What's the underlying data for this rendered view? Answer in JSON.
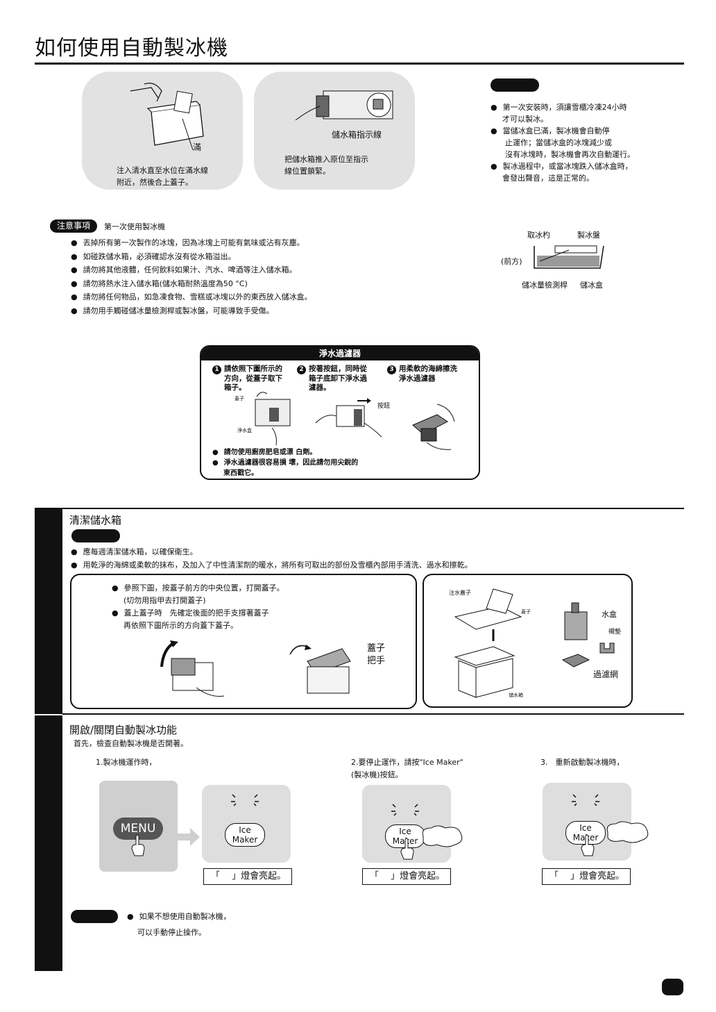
{
  "title": "如何使用自動製冰機",
  "panel1": {
    "full_label": "滿",
    "caption_l1": "注入清水直至水位在滿水線",
    "caption_l2": "附近，然後合上蓋子。"
  },
  "panel2": {
    "indicator_label": "儲水箱指示線",
    "caption_l1": "把儲水箱推入原位至指示",
    "caption_l2": "線位置鎖緊。"
  },
  "notes_right": [
    {
      "l1": "第一次安裝時，須讓雪櫃冷凍24小時",
      "l2": "才可以製冰。"
    },
    {
      "l1": "當儲冰盒已滿，製冰機會自動停",
      "l2": "止運作；當儲冰盒的冰塊減少或",
      "l3": "沒有冰塊時，製冰機會再次自動運行。"
    },
    {
      "l1": "製冰過程中，或當冰塊跌入儲冰盒時，",
      "l2": "會發出聲音，這是正常的。"
    }
  ],
  "caution": {
    "badge": "注意事項",
    "heading": "第一次使用製冰機",
    "items": [
      "丟掉所有第一次製作的冰塊，因為冰塊上可能有氣味或沾有灰塵。",
      "如碰跌儲水箱，必須確認水沒有從水箱溢出。",
      "請勿將其他液體，任何飲料如果汁、汽水、啤酒等注入儲水箱。",
      "請勿將熱水注入儲水箱(儲水箱耐熱溫度為50 °C)",
      "請勿將任何物品，如急凍食物、雪糕或冰塊以外的東西放入儲冰盒。",
      "請勿用手觸碰儲冰量檢測桿或製冰盤，可能導致手受傷。"
    ]
  },
  "ice_diagram": {
    "scoop": "取冰杓",
    "tray": "製冰盤",
    "front": "(前方)",
    "lever": "儲冰量檢測桿",
    "box": "儲冰盒"
  },
  "filter": {
    "title": "淨水過濾器",
    "steps": [
      {
        "num": "1",
        "l1": "請依照下圖所示的",
        "l2": "方向，從蓋子取下",
        "l3": "箱子。"
      },
      {
        "num": "2",
        "l1": "按著按鈕，同時從",
        "l2": "箱子底卸下淨水過",
        "l3": "濾器。"
      },
      {
        "num": "3",
        "l1": "用柔軟的海綿擦洗",
        "l2": "淨水過濾器",
        "l3": ""
      }
    ],
    "lid_label": "蓋子",
    "box_label": "淨水盒",
    "button_label": "按鈕",
    "notes": [
      "請勿使用廚房肥皂或漂 白劑。",
      "淨水過濾器很容易損 壞，因此請勿用尖銳的",
      "東西戳它。"
    ]
  },
  "clean": {
    "heading": "清潔儲水箱",
    "items": [
      "應每週清潔儲水箱，以確保衛生。",
      "用乾淨的海綿或柔軟的抹布，及加入了中性清潔劑的暖水，將所有可取出的部份及雪櫃內部用手清洗、過水和擦乾。"
    ],
    "box_left": {
      "l1": "參照下圖，按蓋子前方的中央位置，打開蓋子。",
      "l2": "(切勿用指甲去打開蓋子)",
      "l3": "蓋上蓋子時　先確定後面的把手支撐著蓋子",
      "l4": "再依照下圖所示的方向蓋下蓋子。",
      "lid": "蓋子",
      "handle": "把手"
    },
    "box_right": {
      "inlet_lid": "注水蓋子",
      "lid": "蓋子",
      "tank": "儲水箱",
      "water_box": "水盒",
      "gasket": "襯墊",
      "filter_net": "過濾網"
    }
  },
  "onoff": {
    "heading": "開啟/關閉自動製冰功能",
    "intro": "首先，檢查自動製冰機是否開著。",
    "step1": "1.製冰機運作時，",
    "step2_l1": "2.要停止運作，請按\"Ice Maker\"",
    "step2_l2": "(製冰機)按鈕。",
    "step3": "3.　重新啟動製冰機時，",
    "menu_label": "MENU",
    "ice_maker_l1": "Ice",
    "ice_maker_l2": "Maker",
    "lamp_text": "「　 」燈會亮起。",
    "note_l1": "如果不想使用自動製冰機，",
    "note_l2": "可以手動停止操作。"
  }
}
